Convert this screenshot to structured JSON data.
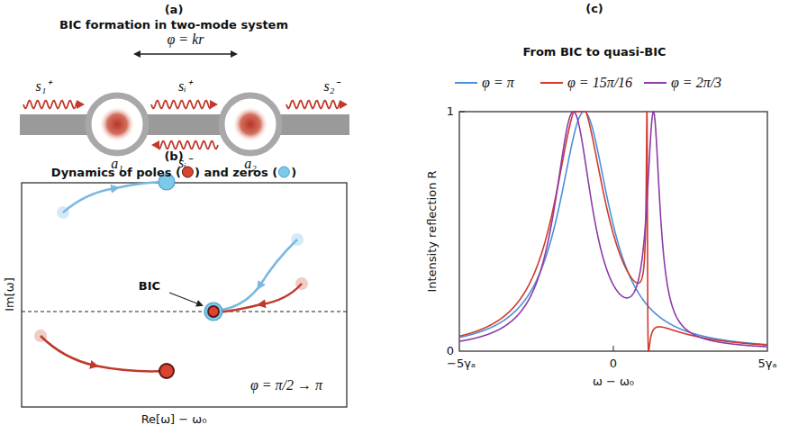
{
  "diagram": {
    "labels": [
      "(a)",
      "BIC formation in two-mode system",
      "φ = kr",
      "s₁⁺",
      "sᵢ⁺",
      "s₂⁻",
      "sᵢ⁻",
      "a₁",
      "a₂",
      "(b)",
      "Dynamics of poles (",
      ") and zeros (",
      ")",
      "BIC",
      "φ = π/2 → π",
      "Im[ω]",
      "Re[ω] − ω₀",
      "(c)",
      "From BIC to quasi-BIC",
      "Intensity reflection R",
      "1",
      "0",
      "−5γₐ",
      "0",
      "5γₐ",
      "ω − ω₀"
    ],
    "legend": [
      {
        "text": "φ = π"
      },
      {
        "text": "φ = 15π/16"
      },
      {
        "text": "φ = 2π/3"
      }
    ]
  }
}
